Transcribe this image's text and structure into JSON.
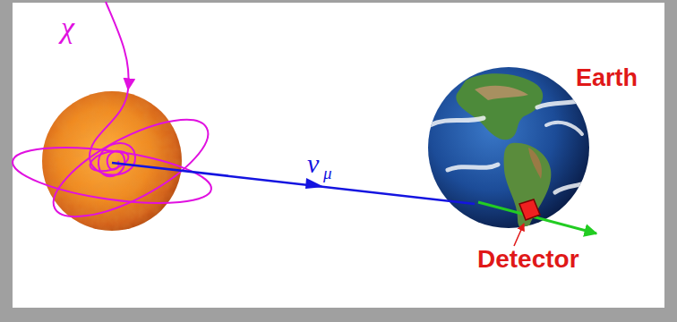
{
  "diagram": {
    "labels": [
      "χ",
      "ν",
      "μ",
      "Earth",
      "Detector"
    ]
  }
}
